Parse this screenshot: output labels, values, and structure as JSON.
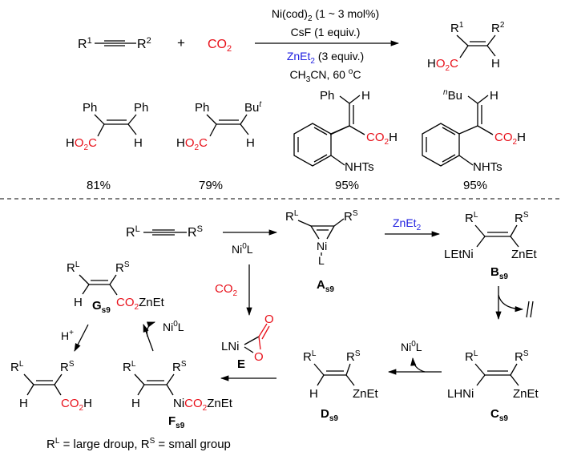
{
  "colors": {
    "co2_red": "#e8101a",
    "zinc_blue": "#1f1fe0",
    "ink": "#000000"
  },
  "top_reaction": {
    "reactant_alkyne": {
      "r1": "R",
      "r1_sup": "1",
      "r2": "R",
      "r2_sup": "2"
    },
    "plus": "+",
    "co2": {
      "main": "CO",
      "sub": "2"
    },
    "conditions": {
      "line1": {
        "a": "Ni(cod)",
        "sub": "2",
        "b": " (1 ~ 3 mol%)"
      },
      "line2": "CsF (1 equiv.)",
      "line3": {
        "a": "ZnEt",
        "sub": "2",
        "b": " (3 equiv.)"
      },
      "line4": {
        "a": "CH",
        "sub": "3",
        "b": "CN, 60 ",
        "sup": "o",
        "c": "C"
      }
    },
    "product": {
      "r1": "R",
      "r1_sup": "1",
      "r2": "R",
      "r2_sup": "2",
      "h": "H",
      "acid_h": "H",
      "acid_o": "O",
      "acid_sub": "2",
      "acid_c": "C"
    }
  },
  "examples": [
    {
      "sub_left": "Ph",
      "sub_right": "Ph",
      "h": "H",
      "yield": "81%"
    },
    {
      "sub_left": "Ph",
      "sub_right": "Bu",
      "sub_right_sup": "t",
      "h": "H",
      "yield": "79%"
    },
    {
      "vinyl_sub": "Ph",
      "h": "H",
      "acid": "CO",
      "acid_sub": "2",
      "acid_h": "H",
      "amine": "NHTs",
      "yield": "95%"
    },
    {
      "vinyl_sub_prefix": "n",
      "vinyl_sub": "Bu",
      "h": "H",
      "acid": "CO",
      "acid_sub": "2",
      "acid_h": "H",
      "amine": "NHTs",
      "yield": "95%"
    }
  ],
  "mechanism": {
    "start_alkyne": {
      "rl": "R",
      "rl_sup": "L",
      "rs": "R",
      "rs_sup": "S"
    },
    "ni_reagent": {
      "a": "Ni",
      "sup": "0",
      "b": "L"
    },
    "A": {
      "rl": "R",
      "rl_sup": "L",
      "rs": "R",
      "rs_sup": "S",
      "ni": "Ni",
      "l": "L",
      "label": "A",
      "label_sub": "s9"
    },
    "zn_reagent": {
      "a": "ZnEt",
      "sub": "2"
    },
    "B": {
      "rl": "R",
      "rl_sup": "L",
      "rs": "R",
      "rs_sup": "S",
      "left": "LEtNi",
      "right": "ZnEt",
      "label": "B",
      "label_sub": "s9"
    },
    "C": {
      "rl": "R",
      "rl_sup": "L",
      "rs": "R",
      "rs_sup": "S",
      "left": "LHNi",
      "right": "ZnEt",
      "label": "C",
      "label_sub": "s9"
    },
    "ni_release_1": {
      "a": "Ni",
      "sup": "0",
      "b": "L"
    },
    "D": {
      "rl": "R",
      "rl_sup": "L",
      "rs": "R",
      "rs_sup": "S",
      "h": "H",
      "right": "ZnEt",
      "label": "D",
      "label_sub": "s9"
    },
    "co2_branch": {
      "main": "CO",
      "sub": "2"
    },
    "E": {
      "lni": "LNi",
      "o1": "O",
      "o2": "O",
      "label": "E"
    },
    "F": {
      "rl": "R",
      "rl_sup": "L",
      "rs": "R",
      "rs_sup": "S",
      "h": "H",
      "ni": "Ni",
      "co": "CO",
      "co_sub": "2",
      "zn": "ZnEt",
      "label": "F",
      "label_sub": "s9"
    },
    "ni_release_2": {
      "a": "Ni",
      "sup": "0",
      "b": "L"
    },
    "G": {
      "rl": "R",
      "rl_sup": "L",
      "rs": "R",
      "rs_sup": "S",
      "h": "H",
      "co": "CO",
      "co_sub": "2",
      "zn": "ZnEt",
      "label": "G",
      "label_sub": "s9"
    },
    "proton": {
      "a": "H",
      "sup": "+"
    },
    "final": {
      "rl": "R",
      "rl_sup": "L",
      "rs": "R",
      "rs_sup": "S",
      "h": "H",
      "co": "CO",
      "co_sub": "2",
      "acid_h": "H"
    }
  },
  "legend": {
    "rl": "R",
    "rl_sup": "L",
    "rl_text": " = large droup, ",
    "rs": "R",
    "rs_sup": "S",
    "rs_text": " = small group"
  }
}
